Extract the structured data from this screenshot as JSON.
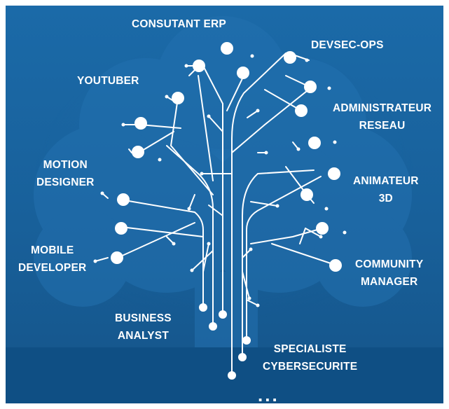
{
  "careers": [
    {
      "lines": [
        "CONSUTANT ERP"
      ]
    },
    {
      "lines": [
        "DEVSEC-OPS"
      ]
    },
    {
      "lines": [
        "YOUTUBER"
      ]
    },
    {
      "lines": [
        "ADMINISTRATEUR",
        "RESEAU"
      ]
    },
    {
      "lines": [
        "MOTION",
        "DESIGNER"
      ]
    },
    {
      "lines": [
        "ANIMATEUR",
        "3D"
      ]
    },
    {
      "lines": [
        "MOBILE",
        "DEVELOPER"
      ]
    },
    {
      "lines": [
        "COMMUNITY",
        "MANAGER"
      ]
    },
    {
      "lines": [
        "BUSINESS",
        "ANALYST"
      ]
    },
    {
      "lines": [
        "SPECIALISTE",
        "CYBERSECURITE"
      ]
    }
  ],
  "more": "..."
}
